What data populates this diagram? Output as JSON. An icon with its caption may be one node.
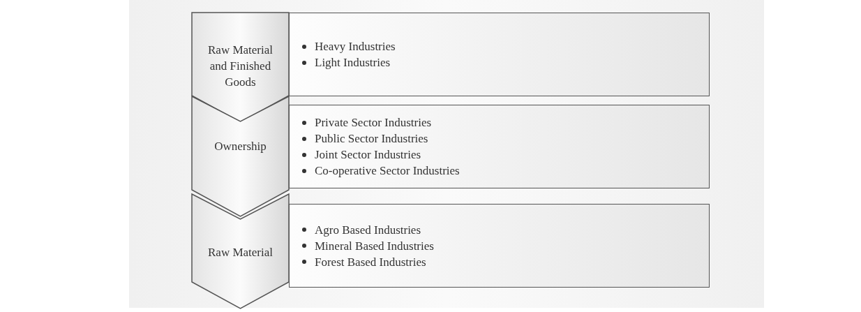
{
  "diagram": {
    "nodes": [
      {
        "text": [
          "Raw Material and Finished Goods"
        ]
      },
      {
        "text": [
          "Heavy Industries",
          "Light Industries"
        ]
      },
      {
        "text": [
          "Ownership"
        ]
      },
      {
        "text": [
          "Private Sector Industries",
          "Public Sector Industries",
          "Joint Sector Industries",
          "Co-operative Sector Industries"
        ]
      },
      {
        "text": [
          "Raw Material"
        ]
      },
      {
        "text": [
          "Agro Based Industries",
          "Mineral Based Industries",
          "Forest Based Industries"
        ]
      }
    ],
    "edges": []
  }
}
